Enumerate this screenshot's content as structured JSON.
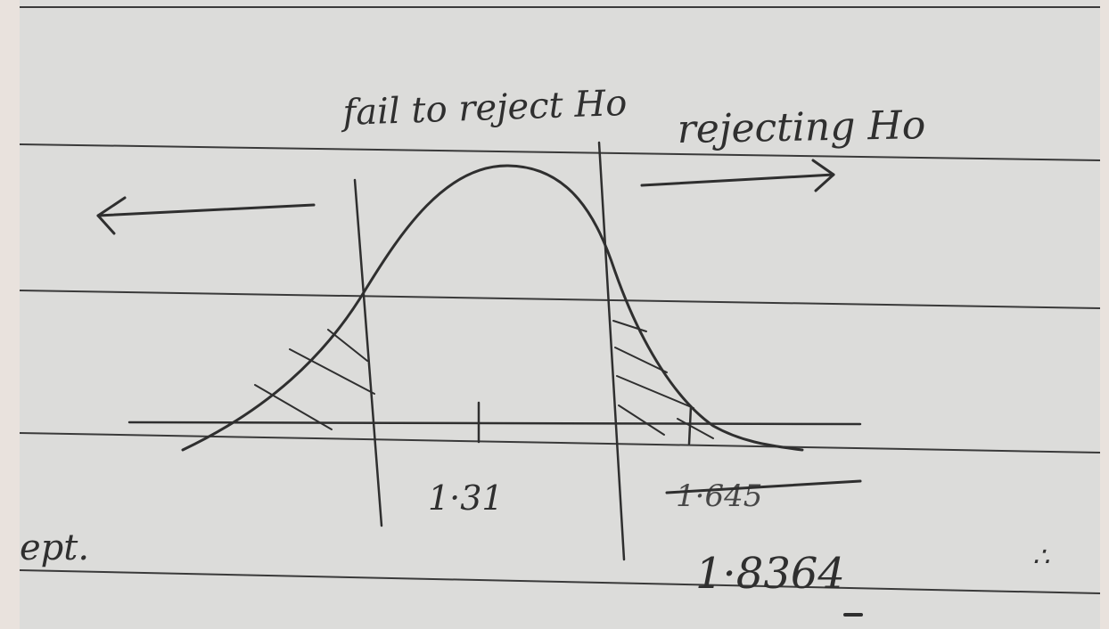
{
  "note": {
    "label_fail": "fail to reject Ho",
    "label_reject": "rejecting Ho",
    "value_observed": "1·31",
    "value_crossed": "1·645",
    "value_critical": "1·8364",
    "margin_fragment": "ept.",
    "therefore_symbol": "∴"
  },
  "colors": {
    "paper": "#dcdcda",
    "ink": "#2f2f2f",
    "rule_line": "#3a3a3a",
    "background": "#e9e2dd"
  }
}
